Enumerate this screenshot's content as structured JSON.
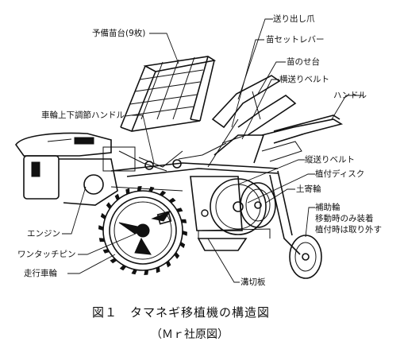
{
  "labels": {
    "spare_seedling_tray": "予備苗台(9枚)",
    "feed_claw": "送り出し爪",
    "seedling_set_lever": "苗セットレバー",
    "seedling_stand": "苗のせ台",
    "lateral_feed_belt": "横送りベルト",
    "handle": "ハンドル",
    "wheel_height_handle": "車輪上下調節ハンドル",
    "vertical_feed_belt": "縦送りベルト",
    "planting_disk": "植付ディスク",
    "soil_wheel": "土寄輪",
    "aux_wheel": "補助輪",
    "aux_note_1": "移動時のみ装着",
    "aux_note_2": "植付時は取り外す",
    "engine": "エンジン",
    "one_touch_pin": "ワンタッチピン",
    "drive_wheel": "走行車輪",
    "furrow_plate": "溝切板"
  },
  "caption": {
    "title": "図１　タマネギ移植機の構造図",
    "source": "（Ｍｒ社原図）"
  }
}
